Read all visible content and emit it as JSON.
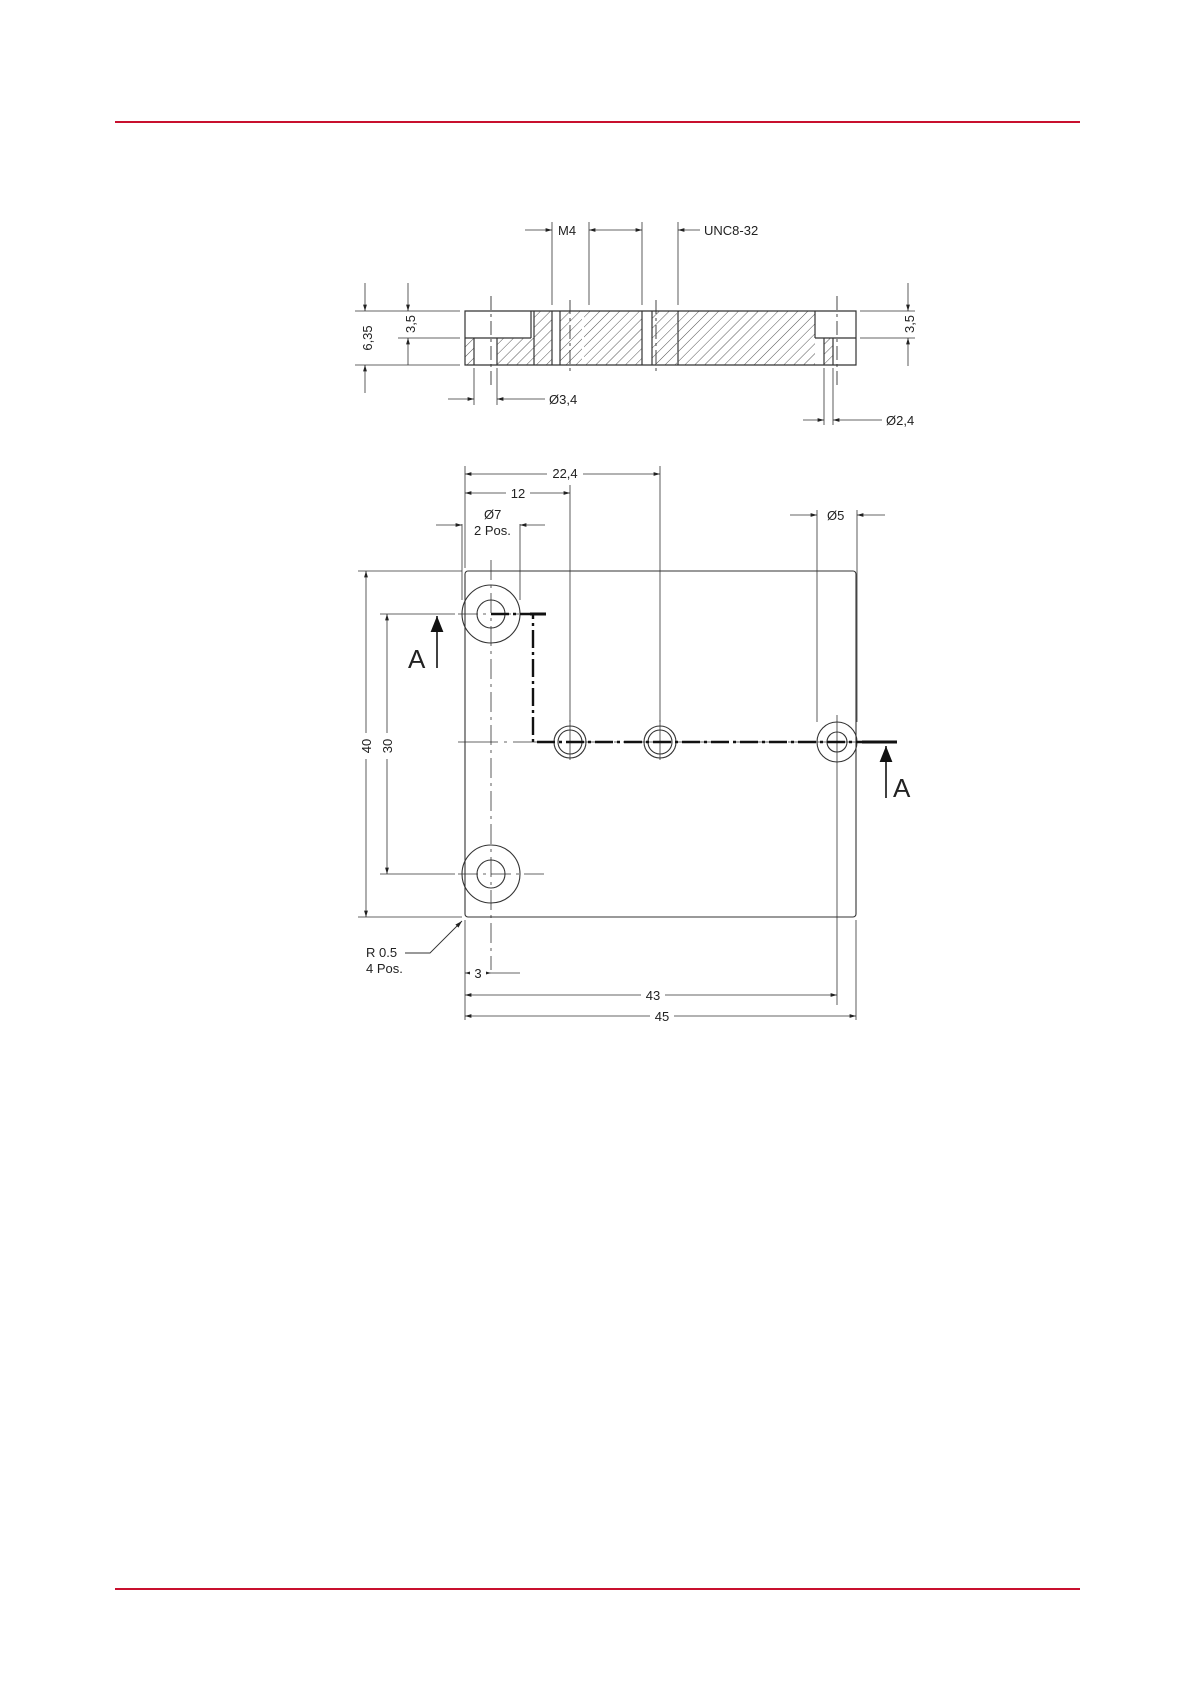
{
  "colors": {
    "rule": "#c8102e",
    "line": "#333333",
    "hatch": "#555555"
  },
  "section_view": {
    "label_m4": "M4",
    "label_unc": "UNC8-32",
    "dim_height_total": "6,35",
    "dim_counterbore_left": "3,5",
    "dim_counterbore_right": "3,5",
    "dia_through_left": "Ø3,4",
    "dia_through_right": "Ø2,4"
  },
  "plan_view": {
    "dim_22_4": "22,4",
    "dim_12": "12",
    "dia_7": "Ø7",
    "dia_7_count": "2 Pos.",
    "dia_5": "Ø5",
    "section_mark_left": "A",
    "section_mark_right": "A",
    "dim_40": "40",
    "dim_30": "30",
    "radius": "R 0.5",
    "radius_count": "4 Pos.",
    "dim_3": "3",
    "dim_43": "43",
    "dim_45": "45"
  }
}
